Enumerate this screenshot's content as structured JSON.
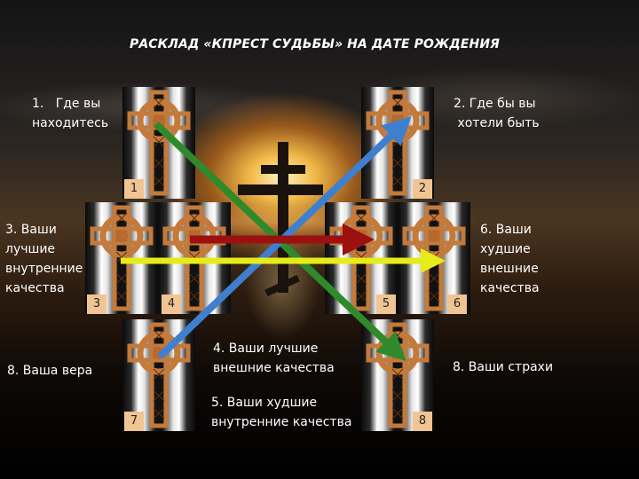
{
  "title": "РАСКЛАД «КПРЕСТ СУДЬБЫ» НА ДАТЕ РОЖДЕНИЯ",
  "labels": {
    "pos1": "1.   Где вы\nнаходитесь",
    "pos2": "2. Где бы вы\n хотели быть",
    "pos3": "3. Ваши\nлучшие\nвнутренние\nкачества",
    "pos4": "4. Ваши лучшие\nвнешние качества",
    "pos5": "5. Ваши худшие\nвнутренние качества",
    "pos6": "6. Ваши\nхудшие\nвнешние\nкачества",
    "pos7": "8. Ваша вера",
    "pos8": "8. Ваши страхи"
  },
  "cards": [
    {
      "number": "1"
    },
    {
      "number": "2"
    },
    {
      "number": "3"
    },
    {
      "number": "4"
    },
    {
      "number": "5"
    },
    {
      "number": "6"
    },
    {
      "number": "7"
    },
    {
      "number": "8"
    }
  ],
  "colors": {
    "arrow_green": "#2e8a2a",
    "arrow_blue": "#3f7fd0",
    "arrow_red": "#9c1010",
    "arrow_yellow": "#e6ec1a",
    "badge": "#f0c493",
    "cross": "#c47a3a"
  }
}
